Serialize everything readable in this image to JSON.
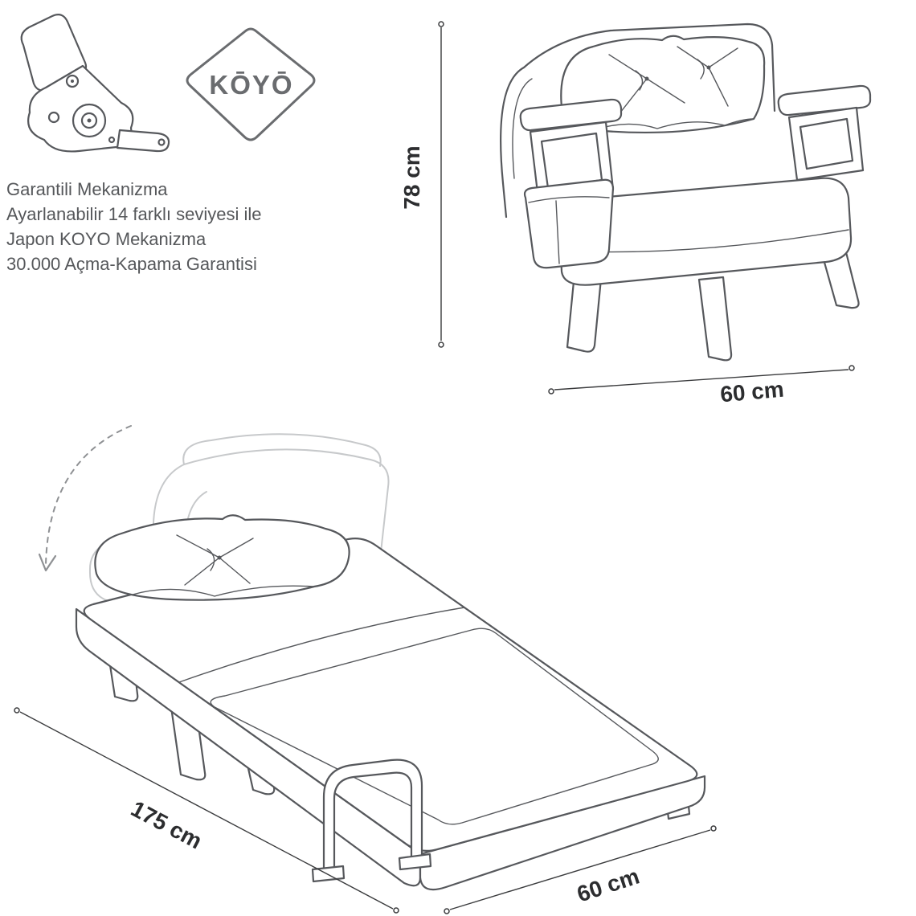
{
  "logo": {
    "text": "KŌYŌ"
  },
  "features": {
    "line1": "Garantili Mekanizma",
    "line2": "Ayarlanabilir 14 farklı seviyesi ile",
    "line3": "Japon KOYO Mekanizma",
    "line4": "30.000 Açma-Kapama Garantisi"
  },
  "chair": {
    "height_label": "78 cm",
    "width_label": "60 cm"
  },
  "bed": {
    "length_label": "175 cm",
    "width_label": "60 cm"
  },
  "colors": {
    "line_art": "#56585c",
    "ghost": "#c7c9cb",
    "dimension": "#3a3b3d",
    "feature_text": "#55575a",
    "logo_grey": "#6a6c6f"
  }
}
